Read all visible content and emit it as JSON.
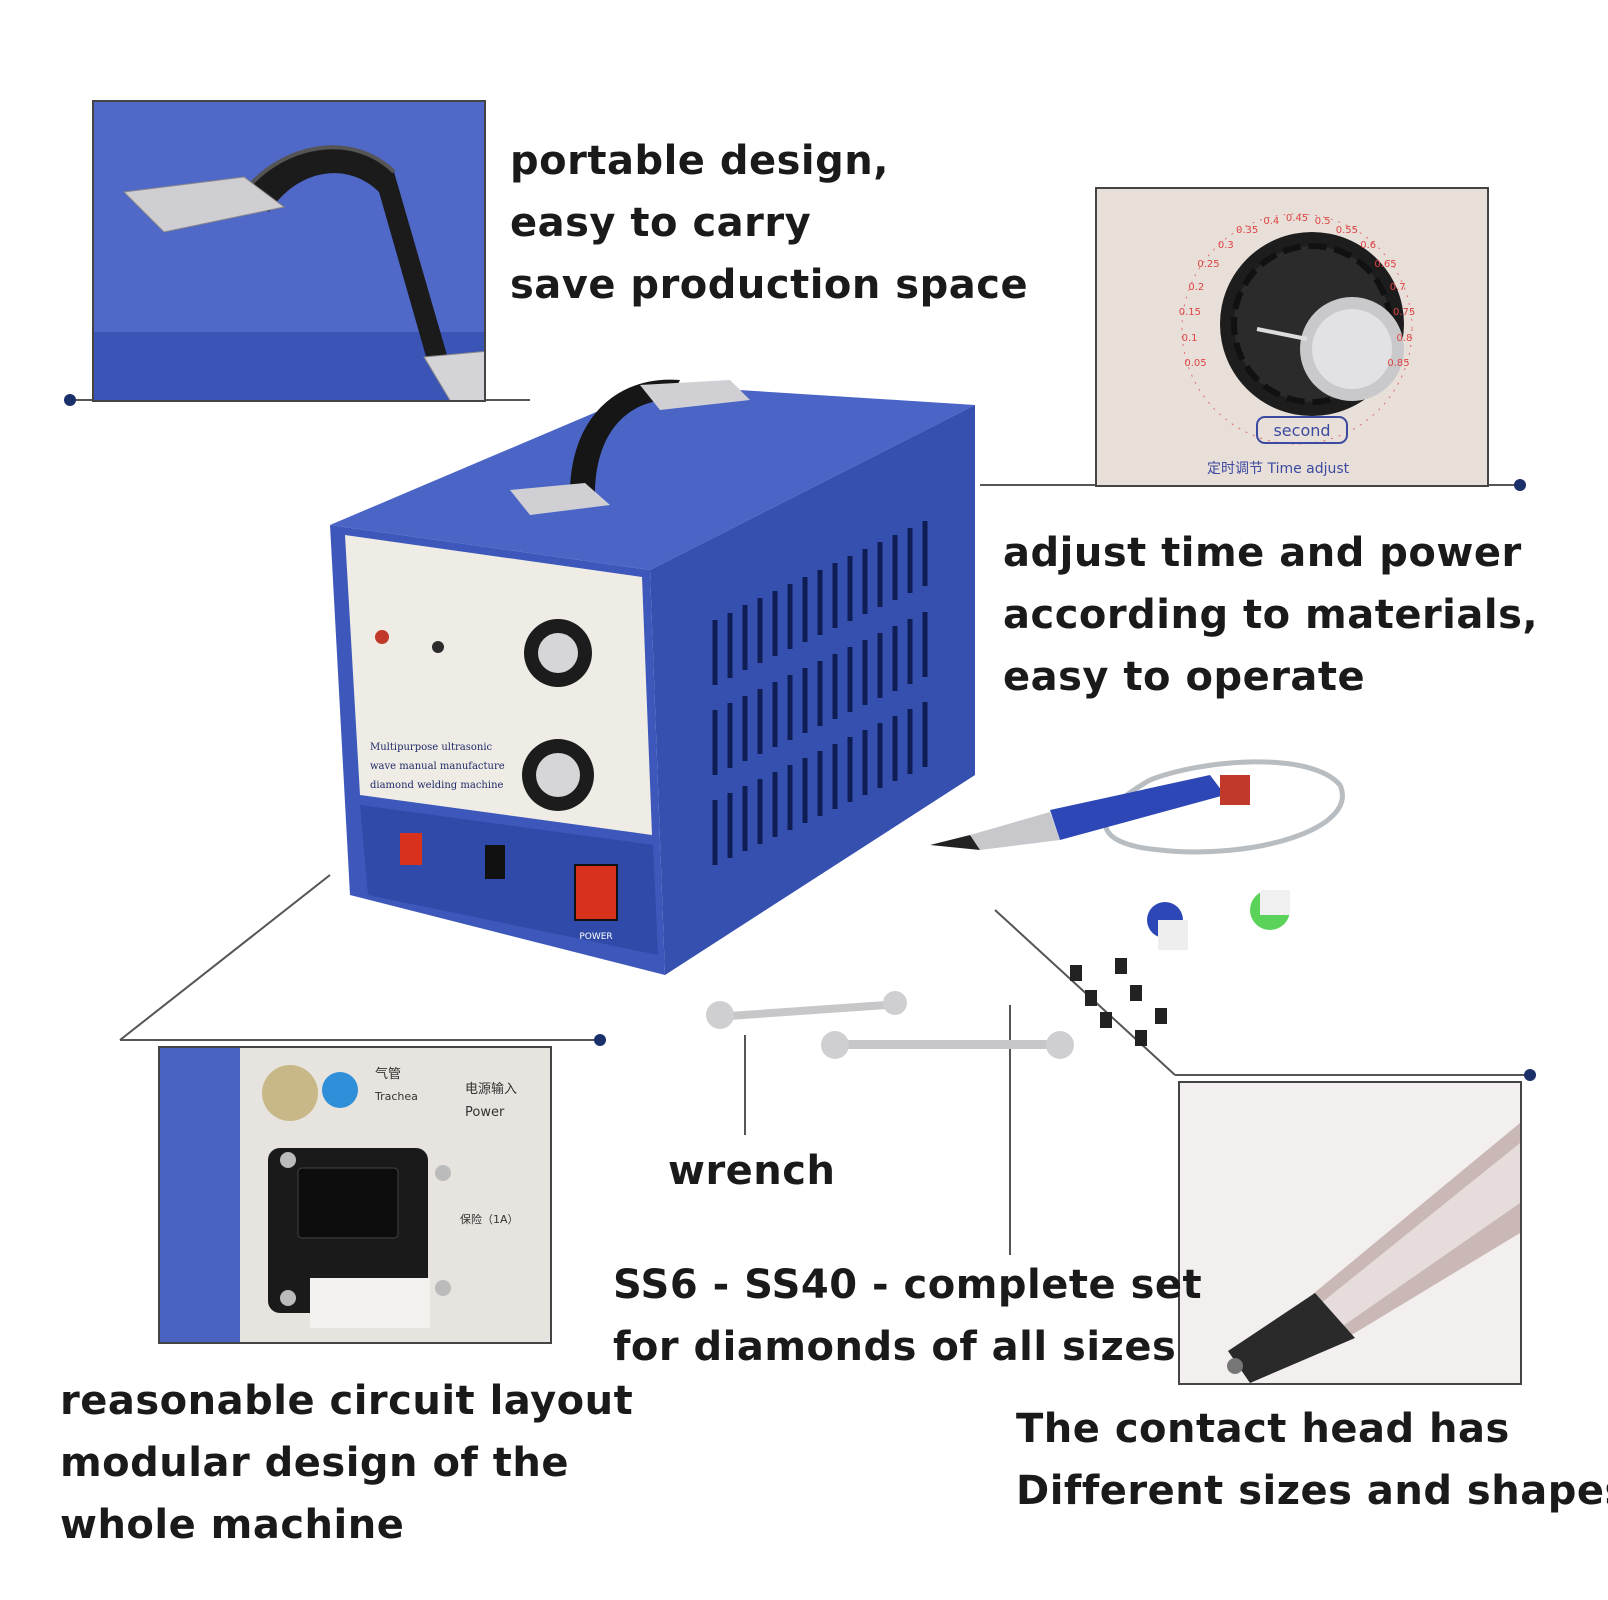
{
  "captions": {
    "portable": [
      "portable design,",
      "easy to carry",
      "save production space"
    ],
    "adjust": [
      "adjust time and power",
      "according to materials,",
      "easy to operate"
    ],
    "wrench": "wrench",
    "set": [
      "SS6 - SS40 - complete set",
      "for diamonds of all sizes"
    ],
    "circuit": [
      "reasonable circuit layout",
      "modular design of the",
      "whole machine"
    ],
    "contact": [
      "The contact head has",
      "Different sizes and shapes"
    ]
  },
  "dial_labels": {
    "second": "second",
    "time_adjust": "定时调节 Time adjust",
    "scale": [
      "0.05",
      "0.1",
      "0.15",
      "0.2",
      "0.25",
      "0.3",
      "0.35",
      "0.4",
      "0.45",
      "0.5",
      "0.55",
      "0.6",
      "0.65",
      "0.7",
      "0.75",
      "0.8",
      "0.85"
    ]
  },
  "power_panel": {
    "air_pipe": "气管",
    "air_pipe_en": "Trachea",
    "power_input": "电源输入",
    "power_input_en": "Power",
    "fuse": "保险（1A）"
  },
  "machine_panel": {
    "name_line1": "Multipurpose ultrasonic",
    "name_line2": "wave manual manufacture",
    "name_line3": "diamond welding machine",
    "power_button": "POWER"
  },
  "colors": {
    "machine_blue": "#3b56b8",
    "panel_cream": "#efece6",
    "dot_navy": "#1b2f6b",
    "red_switch": "#d8321c"
  }
}
